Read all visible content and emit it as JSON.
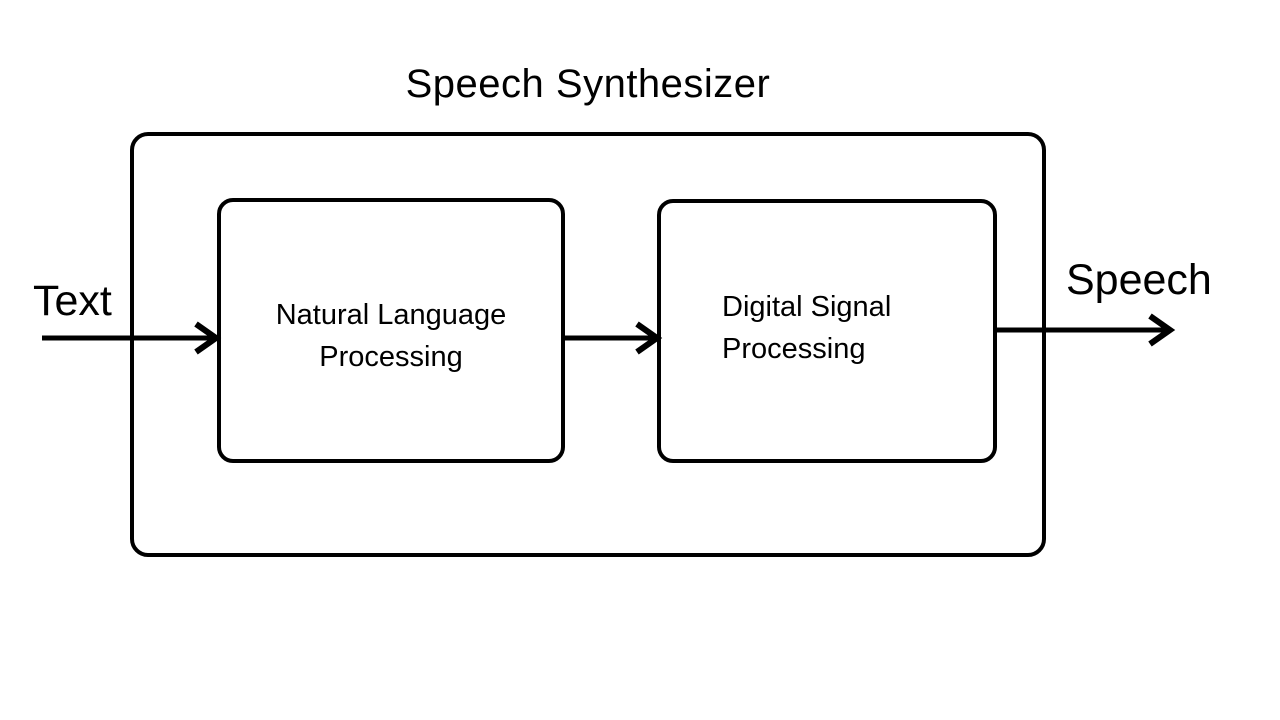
{
  "diagram": {
    "title": "Speech Synthesizer",
    "input_label": "Text",
    "output_label": "Speech",
    "blocks": [
      {
        "id": "nlp",
        "label": "Natural Language Processing"
      },
      {
        "id": "dsp",
        "label": "Digital Signal Processing"
      }
    ],
    "flow": [
      "Text -> Natural Language Processing",
      "Natural Language Processing -> Digital Signal Processing",
      "Digital Signal Processing -> Speech"
    ],
    "colors": {
      "stroke": "#000000",
      "text": "#000000",
      "background": "#ffffff"
    }
  }
}
